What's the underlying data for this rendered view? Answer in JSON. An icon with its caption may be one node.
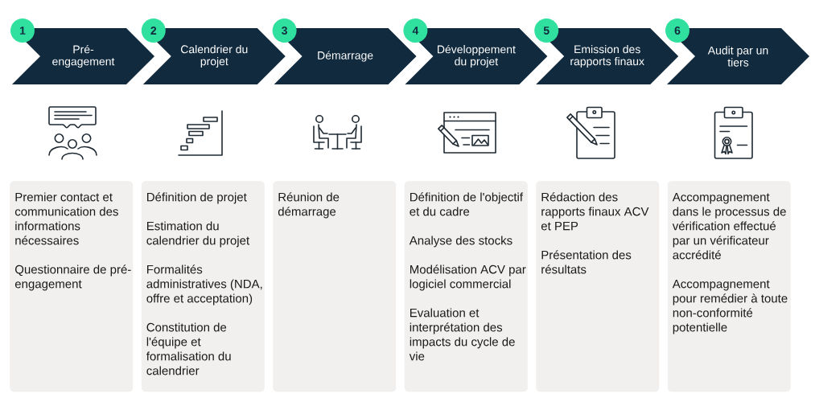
{
  "diagram": {
    "nodes": [
      {
        "text": [
          "1"
        ]
      },
      {
        "text": [
          "Pré-engagement"
        ]
      },
      {
        "text": [
          "2"
        ]
      },
      {
        "text": [
          "Calendrier du projet"
        ]
      },
      {
        "text": [
          "3"
        ]
      },
      {
        "text": [
          "Démarrage"
        ]
      },
      {
        "text": [
          "4"
        ]
      },
      {
        "text": [
          "Développement du projet"
        ]
      },
      {
        "text": [
          "5"
        ]
      },
      {
        "text": [
          "Emission des rapports finaux"
        ]
      },
      {
        "text": [
          "6"
        ]
      },
      {
        "text": [
          "Audit par un tiers"
        ]
      },
      {
        "text": [
          "Premier contact et communication des informations nécessaires",
          "Questionnaire de pré-engagement"
        ]
      },
      {
        "text": [
          "Définition de projet",
          "Estimation du calendrier du projet",
          "Formalités administratives (NDA, offre et acceptation)",
          "Constitution de l'équipe et formalisation du calendrier"
        ]
      },
      {
        "text": [
          "Réunion de démarrage"
        ]
      },
      {
        "text": [
          "Définition de l'objectif et du cadre",
          "Analyse des stocks",
          "Modélisation ACV par logiciel commercial",
          "Evaluation et interprétation des impacts du cycle de vie"
        ]
      },
      {
        "text": [
          "Rédaction des rapports finaux ACV et PEP",
          "Présentation des résultats"
        ]
      },
      {
        "text": [
          "Accompagnement dans le processus de vérification effectué par un vérificateur accrédité",
          "Accompagnement pour remédier à toute non-conformité potentielle"
        ]
      }
    ]
  }
}
